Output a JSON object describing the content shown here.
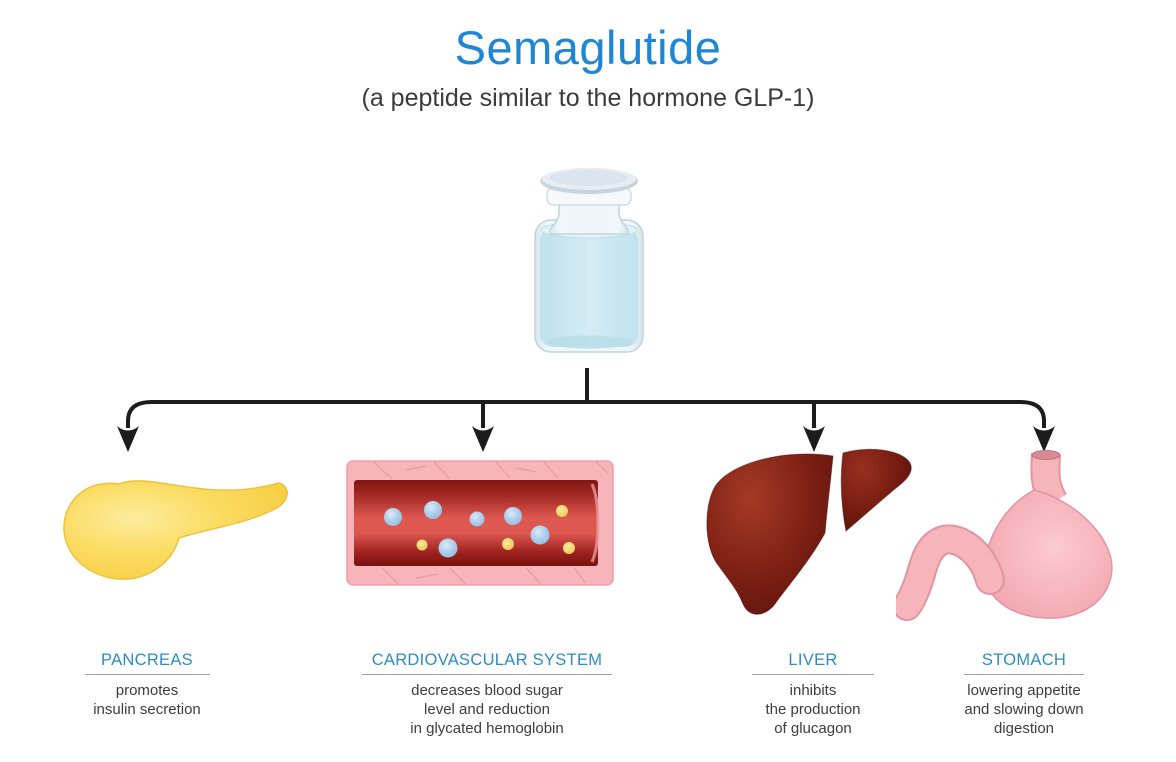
{
  "title": "Semaglutide",
  "subtitle": "(a peptide similar to the hormone GLP-1)",
  "vial": {
    "icon": "medication-vial-icon"
  },
  "arrows": {
    "icon": "distribution-arrows",
    "count": 4
  },
  "colors": {
    "accent_blue": "#1e86d3",
    "label_blue": "#2b8ccb",
    "text_dark": "#3d3d3d",
    "arrow_black": "#1c1c1c",
    "pancreas_yellow": "#f9d148",
    "vessel_wall_pink": "#f7b5ba",
    "blood_red": "#de5951",
    "liver_maroon": "#7c1f14",
    "stomach_pink": "#f6b5bb",
    "vial_liquid_blue": "#cfe9f2"
  },
  "organs": [
    {
      "id": "pancreas",
      "icon": "pancreas-icon",
      "label": "PANCREAS",
      "description": "promotes\ninsulin secretion"
    },
    {
      "id": "cardiovascular",
      "icon": "blood-vessel-icon",
      "label": "CARDIOVASCULAR SYSTEM",
      "description": "decreases blood sugar\nlevel and reduction\nin glycated hemoglobin"
    },
    {
      "id": "liver",
      "icon": "liver-icon",
      "label": "LIVER",
      "description": "inhibits\nthe production\nof glucagon"
    },
    {
      "id": "stomach",
      "icon": "stomach-icon",
      "label": "STOMACH",
      "description": "lowering appetite\nand slowing down\ndigestion"
    }
  ]
}
